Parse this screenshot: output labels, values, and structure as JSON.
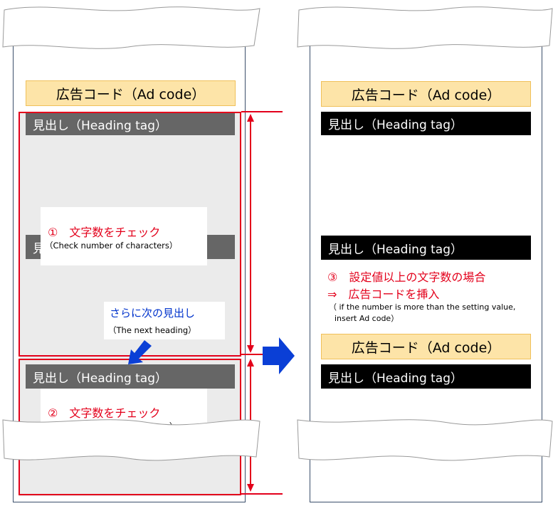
{
  "left": {
    "ad_code": "広告コード（Ad code）",
    "heading1": "見出し（Heading tag）",
    "heading2_partial": "見",
    "heading3": "見出し（Heading tag）",
    "note1_title": "①　文字数をチェック",
    "note1_sub": "（Check number of characters）",
    "next_title": "さらに次の見出し",
    "next_sub": "（The next heading）",
    "note2_title": "②　文字数をチェック",
    "note2_sub": "（Check number of characters）"
  },
  "right": {
    "ad_code1": "広告コード（Ad code）",
    "heading1": "見出し（Heading tag）",
    "heading2": "見出し（Heading tag）",
    "note3_line1": "③　設定値以上の文字数の場合",
    "note3_line2": "⇒　広告コードを挿入",
    "note3_sub1": "（ if the number is more than the setting value,",
    "note3_sub2": "insert Ad code）",
    "ad_code2": "広告コード（Ad code）",
    "heading3": "見出し（Heading tag）"
  },
  "colors": {
    "accent_red": "#e3001b",
    "arrow_blue": "#0a3fd6",
    "ad_fill": "#fde4a8",
    "heading_gray": "#666666",
    "heading_black": "#000000"
  }
}
